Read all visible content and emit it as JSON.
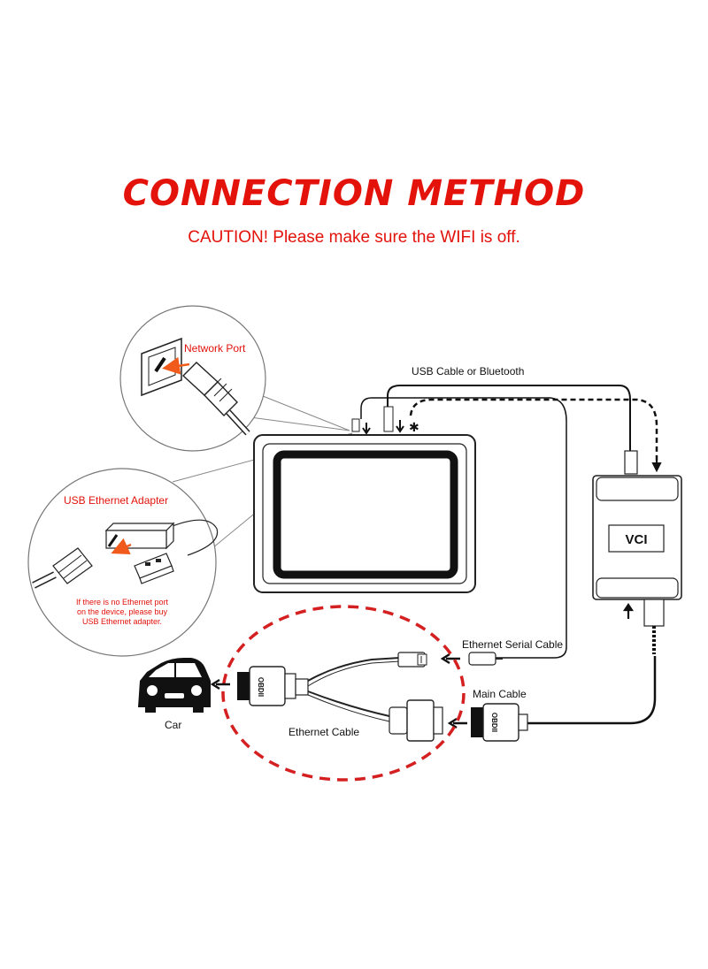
{
  "header": {
    "title": "CONNECTION METHOD",
    "caution": "CAUTION! Please make sure the WIFI is off."
  },
  "labels": {
    "network_port": "Network Port",
    "usb_ethernet_adapter": "USB Ethernet Adapter",
    "adapter_note_1": "If there is no Ethernet port",
    "adapter_note_2": "on the device, please buy",
    "adapter_note_3": "USB Ethernet adapter.",
    "usb_cable_or_bluetooth": "USB Cable or Bluetooth",
    "vci": "VCI",
    "ethernet_serial_cable": "Ethernet Serial Cable",
    "main_cable": "Main Cable",
    "car": "Car",
    "ethernet_cable": "Ethernet  Cable",
    "obdii": "OBDII"
  },
  "colors": {
    "accent_red": "#e3120b",
    "line": "#111111",
    "arrow_orange": "#f05a1a"
  },
  "icons": [
    "car-icon",
    "bluetooth-icon",
    "arrow-icon",
    "tablet-icon",
    "vci-device-icon",
    "usb-plug-icon",
    "ethernet-plug-icon",
    "obd-connector-icon"
  ]
}
